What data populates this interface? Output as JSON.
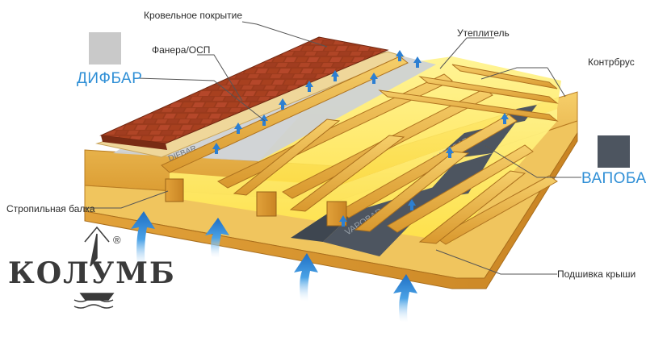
{
  "labels": {
    "roof_cover": "Кровельное покрытие",
    "plywood": "Фанера/ОСП",
    "insulation": "Утеплитель",
    "counter_batten": "Контрбрус",
    "rafter": "Стропильная балка",
    "ceiling_lining": "Подшивка крыши"
  },
  "membranes": {
    "difbar": {
      "name": "ДИФБАР",
      "color": "#c9c9c9"
    },
    "vapobar": {
      "name": "ВАПОБАР",
      "color": "#4d5560"
    }
  },
  "logo": {
    "text": "КОЛУМБ",
    "registered": "®"
  },
  "film_print": {
    "difbar": "DIFBAR",
    "vapobar": "VAPOBAR"
  },
  "colors": {
    "wood": "#e8b44a",
    "insulation": "#ffeb6e",
    "tile": "#9a3a1c",
    "arrow": "#2c7fd2",
    "leader": "#555555"
  }
}
